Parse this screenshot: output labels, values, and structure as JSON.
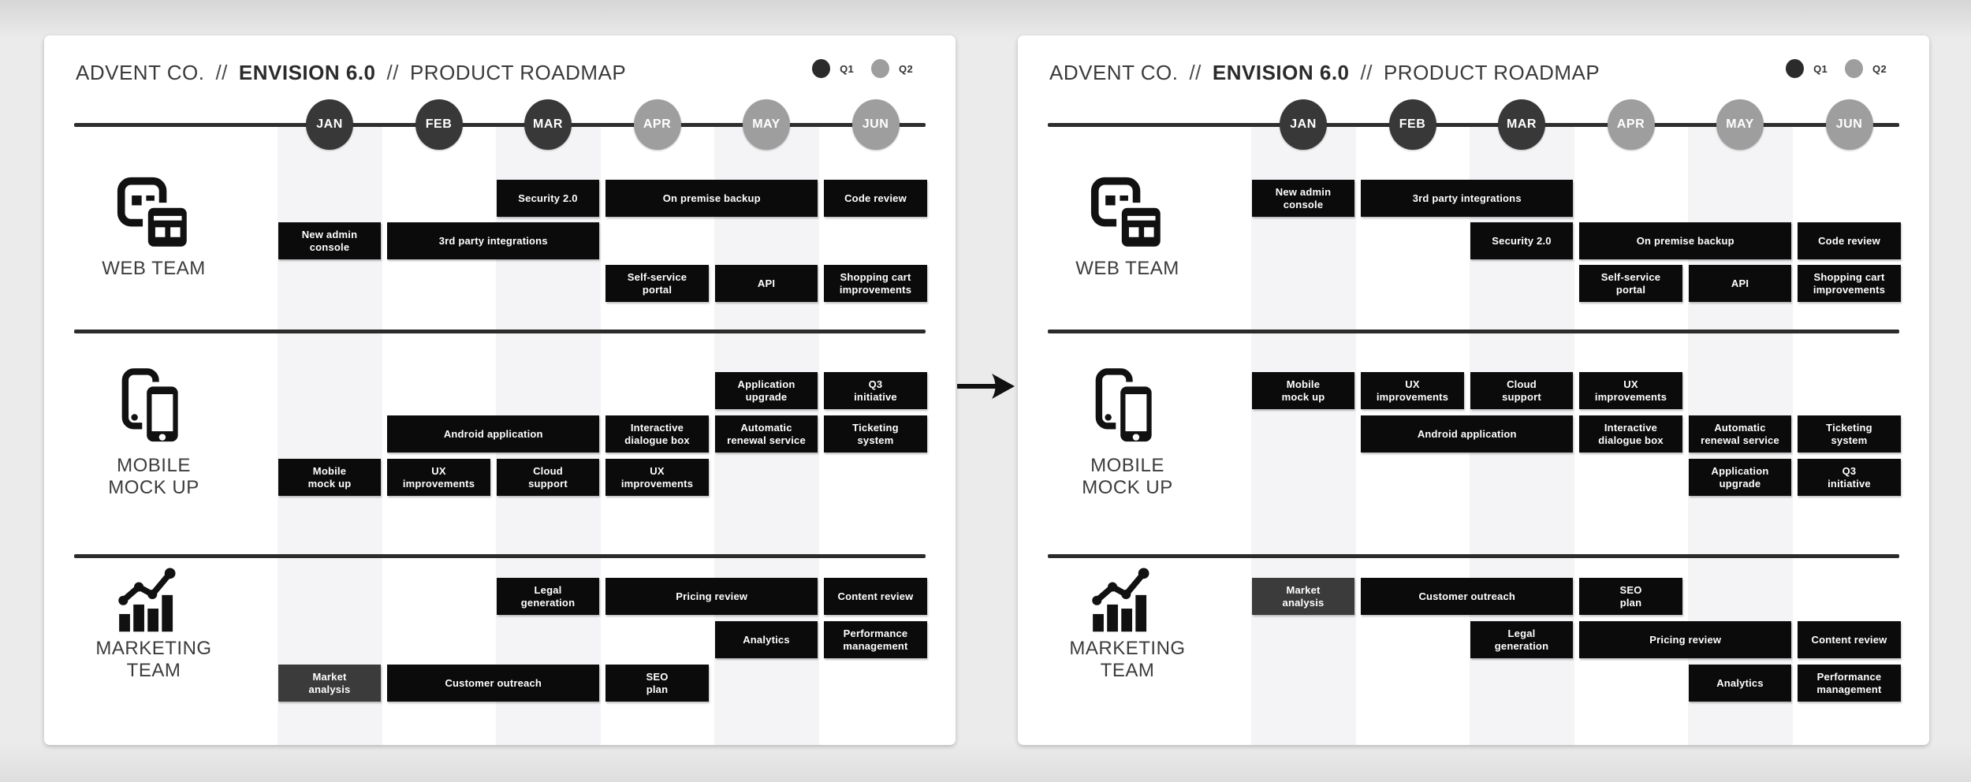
{
  "header": {
    "company": "ADVENT CO.",
    "separator": "//",
    "version": "ENVISION 6.0",
    "title": "PRODUCT ROADMAP"
  },
  "legend": {
    "items": [
      {
        "label": "Q1",
        "color": "#2b2b2b"
      },
      {
        "label": "Q2",
        "color": "#9e9e9e"
      }
    ]
  },
  "timeline": {
    "months": [
      {
        "label": "JAN",
        "quarter": "Q1"
      },
      {
        "label": "FEB",
        "quarter": "Q1"
      },
      {
        "label": "MAR",
        "quarter": "Q1"
      },
      {
        "label": "APR",
        "quarter": "Q2"
      },
      {
        "label": "MAY",
        "quarter": "Q2"
      },
      {
        "label": "JUN",
        "quarter": "Q2"
      }
    ]
  },
  "colors": {
    "bar": "#0b0b0b",
    "bar_gray_variant": "#3b3b3b",
    "month_q1": "#383838",
    "month_q2": "#9e9e9e",
    "stripe": "#f4f4f6"
  },
  "panels": [
    {
      "id": "roadmap-before",
      "teams": [
        {
          "name": "WEB TEAM",
          "icon": "web-team-icon",
          "rows": [
            [
              {
                "label": "Security 2.0",
                "start": 3,
                "end": 3
              },
              {
                "label": "On premise backup",
                "start": 4,
                "end": 5
              },
              {
                "label": "Code review",
                "start": 6,
                "end": 6
              }
            ],
            [
              {
                "label": "New admin\nconsole",
                "start": 1,
                "end": 1
              },
              {
                "label": "3rd party integrations",
                "start": 2,
                "end": 3
              }
            ],
            [
              {
                "label": "Self-service\nportal",
                "start": 4,
                "end": 4
              },
              {
                "label": "API",
                "start": 5,
                "end": 5
              },
              {
                "label": "Shopping cart\nimprovements",
                "start": 6,
                "end": 6
              }
            ]
          ]
        },
        {
          "name": "MOBILE\nMOCK UP",
          "icon": "mobile-team-icon",
          "rows": [
            [
              {
                "label": "Application\nupgrade",
                "start": 5,
                "end": 5
              },
              {
                "label": "Q3\ninitiative",
                "start": 6,
                "end": 6
              }
            ],
            [
              {
                "label": "Android application",
                "start": 2,
                "end": 3
              },
              {
                "label": "Interactive\ndialogue box",
                "start": 4,
                "end": 4
              },
              {
                "label": "Automatic\nrenewal service",
                "start": 5,
                "end": 5
              },
              {
                "label": "Ticketing\nsystem",
                "start": 6,
                "end": 6
              }
            ],
            [
              {
                "label": "Mobile\nmock up",
                "start": 1,
                "end": 1
              },
              {
                "label": "UX\nimprovements",
                "start": 2,
                "end": 2
              },
              {
                "label": "Cloud\nsupport",
                "start": 3,
                "end": 3
              },
              {
                "label": "UX\nimprovements",
                "start": 4,
                "end": 4
              }
            ]
          ]
        },
        {
          "name": "MARKETING\nTEAM",
          "icon": "marketing-team-icon",
          "rows": [
            [
              {
                "label": "Legal\ngeneration",
                "start": 3,
                "end": 3
              },
              {
                "label": "Pricing review",
                "start": 4,
                "end": 5
              },
              {
                "label": "Content review",
                "start": 6,
                "end": 6
              }
            ],
            [
              {
                "label": "Analytics",
                "start": 5,
                "end": 5
              },
              {
                "label": "Performance\nmanagement",
                "start": 6,
                "end": 6
              }
            ],
            [
              {
                "label": "Market\nanalysis",
                "start": 1,
                "end": 1,
                "variant": "gray"
              },
              {
                "label": "Customer outreach",
                "start": 2,
                "end": 3
              },
              {
                "label": "SEO\nplan",
                "start": 4,
                "end": 4
              }
            ]
          ]
        }
      ]
    },
    {
      "id": "roadmap-after",
      "teams": [
        {
          "name": "WEB TEAM",
          "icon": "web-team-icon",
          "rows": [
            [
              {
                "label": "New admin\nconsole",
                "start": 1,
                "end": 1
              },
              {
                "label": "3rd party integrations",
                "start": 2,
                "end": 3
              }
            ],
            [
              {
                "label": "Security 2.0",
                "start": 3,
                "end": 3
              },
              {
                "label": "On premise backup",
                "start": 4,
                "end": 5
              },
              {
                "label": "Code review",
                "start": 6,
                "end": 6
              }
            ],
            [
              {
                "label": "Self-service\nportal",
                "start": 4,
                "end": 4
              },
              {
                "label": "API",
                "start": 5,
                "end": 5
              },
              {
                "label": "Shopping cart\nimprovements",
                "start": 6,
                "end": 6
              }
            ]
          ]
        },
        {
          "name": "MOBILE\nMOCK UP",
          "icon": "mobile-team-icon",
          "rows": [
            [
              {
                "label": "Mobile\nmock up",
                "start": 1,
                "end": 1
              },
              {
                "label": "UX\nimprovements",
                "start": 2,
                "end": 2
              },
              {
                "label": "Cloud\nsupport",
                "start": 3,
                "end": 3
              },
              {
                "label": "UX\nimprovements",
                "start": 4,
                "end": 4
              }
            ],
            [
              {
                "label": "Android application",
                "start": 2,
                "end": 3
              },
              {
                "label": "Interactive\ndialogue box",
                "start": 4,
                "end": 4
              },
              {
                "label": "Automatic\nrenewal service",
                "start": 5,
                "end": 5
              },
              {
                "label": "Ticketing\nsystem",
                "start": 6,
                "end": 6
              }
            ],
            [
              {
                "label": "Application\nupgrade",
                "start": 5,
                "end": 5
              },
              {
                "label": "Q3\ninitiative",
                "start": 6,
                "end": 6
              }
            ]
          ]
        },
        {
          "name": "MARKETING\nTEAM",
          "icon": "marketing-team-icon",
          "rows": [
            [
              {
                "label": "Market\nanalysis",
                "start": 1,
                "end": 1,
                "variant": "gray"
              },
              {
                "label": "Customer outreach",
                "start": 2,
                "end": 3
              },
              {
                "label": "SEO\nplan",
                "start": 4,
                "end": 4
              }
            ],
            [
              {
                "label": "Legal\ngeneration",
                "start": 3,
                "end": 3
              },
              {
                "label": "Pricing review",
                "start": 4,
                "end": 5
              },
              {
                "label": "Content review",
                "start": 6,
                "end": 6
              }
            ],
            [
              {
                "label": "Analytics",
                "start": 5,
                "end": 5
              },
              {
                "label": "Performance\nmanagement",
                "start": 6,
                "end": 6
              }
            ]
          ]
        }
      ]
    }
  ]
}
